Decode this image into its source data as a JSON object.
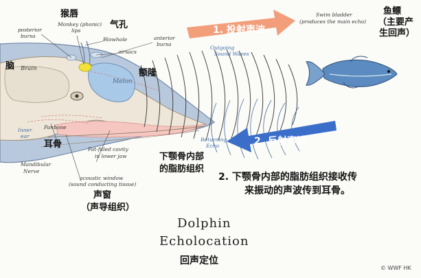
{
  "labels_cn": {
    "monkey_lips": "猴唇",
    "blowhole": "气孔",
    "melon": "额隆",
    "brain": "脑",
    "ear_bone": "耳骨",
    "fat_line1": "下颚骨内部",
    "fat_line2": "的脂肪组织",
    "acoustic_line1": "声窗",
    "acoustic_line2": "（声导组织）",
    "fish_line1": "鱼鳔",
    "fish_line2": "（主要产",
    "fish_line3": "生回声）",
    "caption_line1": "2.  下颚骨内部的脂肪组织接收传",
    "caption_line2": "来振动的声波传到耳骨。",
    "subtitle": "回声定位"
  },
  "labels_en": {
    "posterior_bursa_1": "posterior",
    "posterior_bursa_2": "bursa",
    "monkey_lips_1": "Monkey (phonic)",
    "monkey_lips_2": "lips",
    "blowhole": "Blowhole",
    "airsacs": "airsacs",
    "anterior_bursa_1": "anterior",
    "anterior_bursa_2": "bursa",
    "melon": "Melon",
    "brain": "Brain",
    "panbone": "Panbone",
    "inner_ear_1": "Inner",
    "inner_ear_2": "ear",
    "mandibular_1": "Mandibular",
    "mandibular_2": "Nerve",
    "fat_cavity_1": "Fat-filled cavity",
    "fat_cavity_2": "in lower jaw",
    "acoustic_1": "acoustic window",
    "acoustic_2": "(sound conducting tissue)",
    "outgoing_1": "Outgoing",
    "outgoing_2": "Sound Waves",
    "returning_1": "Returning",
    "returning_2": "Echo",
    "swim_bladder_1": "Swim bladder",
    "swim_bladder_2": "(produces the main echo)"
  },
  "arrows": {
    "outgoing": "1. 投射声波",
    "returning": "2. 反射声波"
  },
  "title": {
    "line1": "Dolphin",
    "line2": "Echolocation"
  },
  "credit": "© WWF HK",
  "colors": {
    "outgoing_arrow": "#f2946b",
    "returning_arrow": "#3a6ec8",
    "melon": "#a9c9e8",
    "lips": "#f2e23a",
    "dolphin_skin": "#b9c9dd",
    "skull": "#eee6d8",
    "fat": "#f5c7c0",
    "fish": "#5b8bc0"
  },
  "icons": [
    "dolphin-head-illustration",
    "fish-icon",
    "outgoing-arrow-icon",
    "returning-arrow-icon",
    "sound-wave-icon",
    "echo-wave-icon"
  ]
}
